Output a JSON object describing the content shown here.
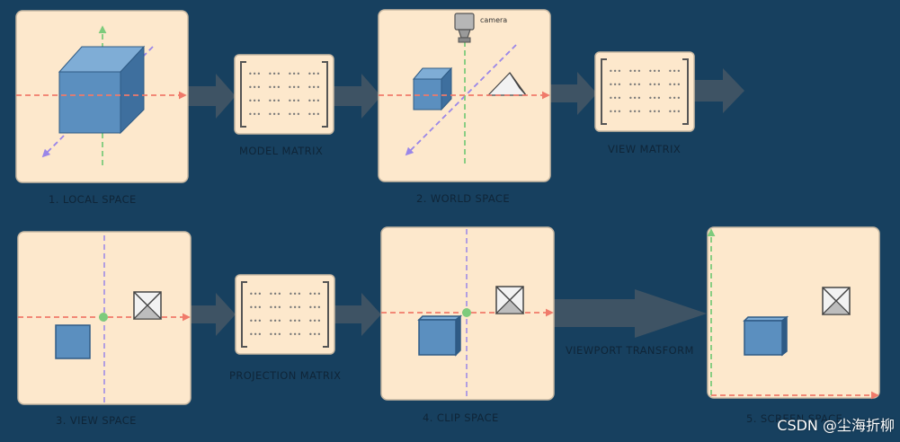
{
  "stages": [
    {
      "id": "local",
      "label": "1. LOCAL SPACE"
    },
    {
      "id": "world",
      "label": "2. WORLD SPACE"
    },
    {
      "id": "view",
      "label": "3. VIEW SPACE"
    },
    {
      "id": "clip",
      "label": "4. CLIP SPACE"
    },
    {
      "id": "screen",
      "label": "5. SCREEN SPACE"
    }
  ],
  "transforms": {
    "model": "MODEL MATRIX",
    "view": "VIEW MATRIX",
    "projection": "PROJECTION MATRIX",
    "viewport": "VIEWPORT TRANSFORM"
  },
  "camera_label": "camera",
  "matrix_cell": "•••",
  "watermark": "CSDN @尘海折柳",
  "colors": {
    "background": "#17405f",
    "panel": "#fde8cc",
    "panel_border": "#c9b9a3",
    "arrow": "#3e5364",
    "cube_front": "#5b8fbf",
    "cube_side": "#3e6f9e",
    "cube_top": "#7fadd6",
    "axis_x": "#f07a6a",
    "axis_y": "#7dcb7c",
    "axis_z": "#9a86e8"
  }
}
